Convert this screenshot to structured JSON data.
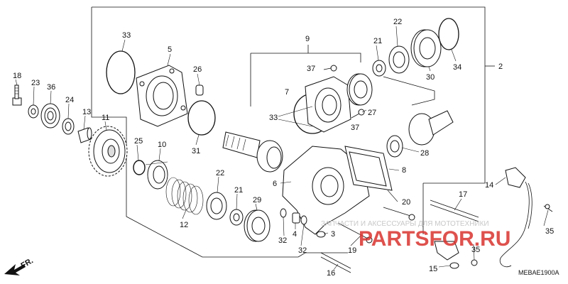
{
  "callouts": {
    "c2": "2",
    "c3": "3",
    "c4": "4",
    "c5": "5",
    "c6": "6",
    "c7": "7",
    "c8": "8",
    "c9": "9",
    "c10": "10",
    "c11": "11",
    "c12": "12",
    "c13": "13",
    "c14": "14",
    "c15": "15",
    "c16": "16",
    "c17": "17",
    "c18": "18",
    "c19": "19",
    "c20": "20",
    "c21a": "21",
    "c21b": "21",
    "c22a": "22",
    "c22b": "22",
    "c23": "23",
    "c24": "24",
    "c25": "25",
    "c26": "26",
    "c27": "27",
    "c28": "28",
    "c29": "29",
    "c30": "30",
    "c31": "31",
    "c32a": "32",
    "c32b": "32",
    "c33a": "33",
    "c33b": "33",
    "c34": "34",
    "c35a": "35",
    "c35b": "35",
    "c36": "36",
    "c37a": "37",
    "c37b": "37"
  },
  "direction_label": "FR.",
  "watermark": {
    "caption": "ЗАПЧАСТИ И АКСЕССУАРЫ ДЛЯ МОТОТЕХНИКИ",
    "brand": "PARTSFOR.RU"
  },
  "diagram_code": "MEBAE1900A"
}
